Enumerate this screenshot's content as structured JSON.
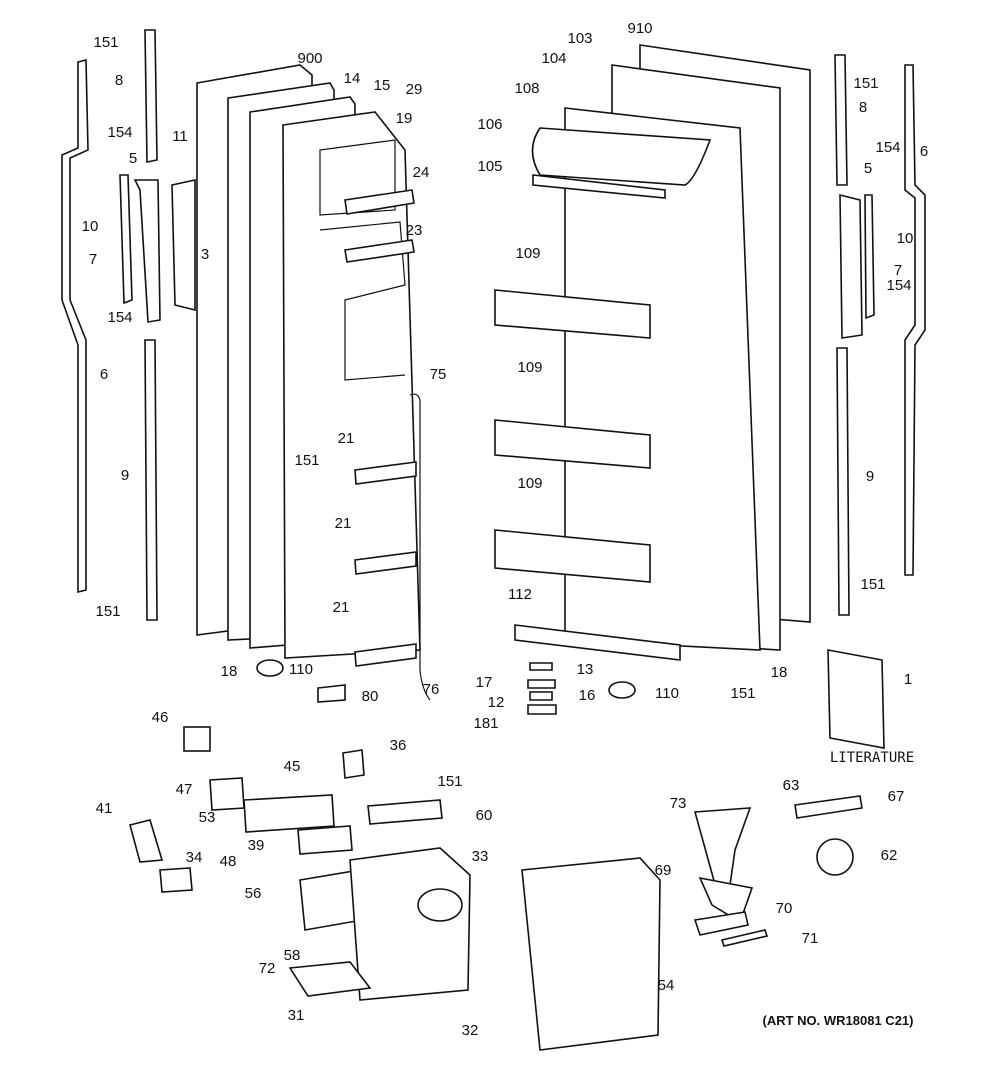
{
  "diagram": {
    "part_labels": [
      "151",
      "8",
      "900",
      "14",
      "15",
      "29",
      "19",
      "154",
      "5",
      "11",
      "24",
      "3",
      "10",
      "7",
      "154",
      "23",
      "6",
      "75",
      "9",
      "151",
      "21",
      "21",
      "21",
      "151",
      "18",
      "110",
      "80",
      "76",
      "910",
      "103",
      "104",
      "108",
      "106",
      "105",
      "109",
      "109",
      "109",
      "112",
      "151",
      "8",
      "154",
      "6",
      "5",
      "10",
      "7",
      "154",
      "9",
      "151",
      "18",
      "13",
      "17",
      "16",
      "12",
      "181",
      "110",
      "151",
      "1",
      "46",
      "45",
      "36",
      "151",
      "47",
      "53",
      "60",
      "41",
      "39",
      "48",
      "34",
      "33",
      "56",
      "58",
      "72",
      "31",
      "32",
      "73",
      "63",
      "67",
      "62",
      "69",
      "70",
      "71",
      "54"
    ],
    "literature_label": "LITERATURE",
    "art_number": "(ART NO. WR18081 C21)"
  }
}
